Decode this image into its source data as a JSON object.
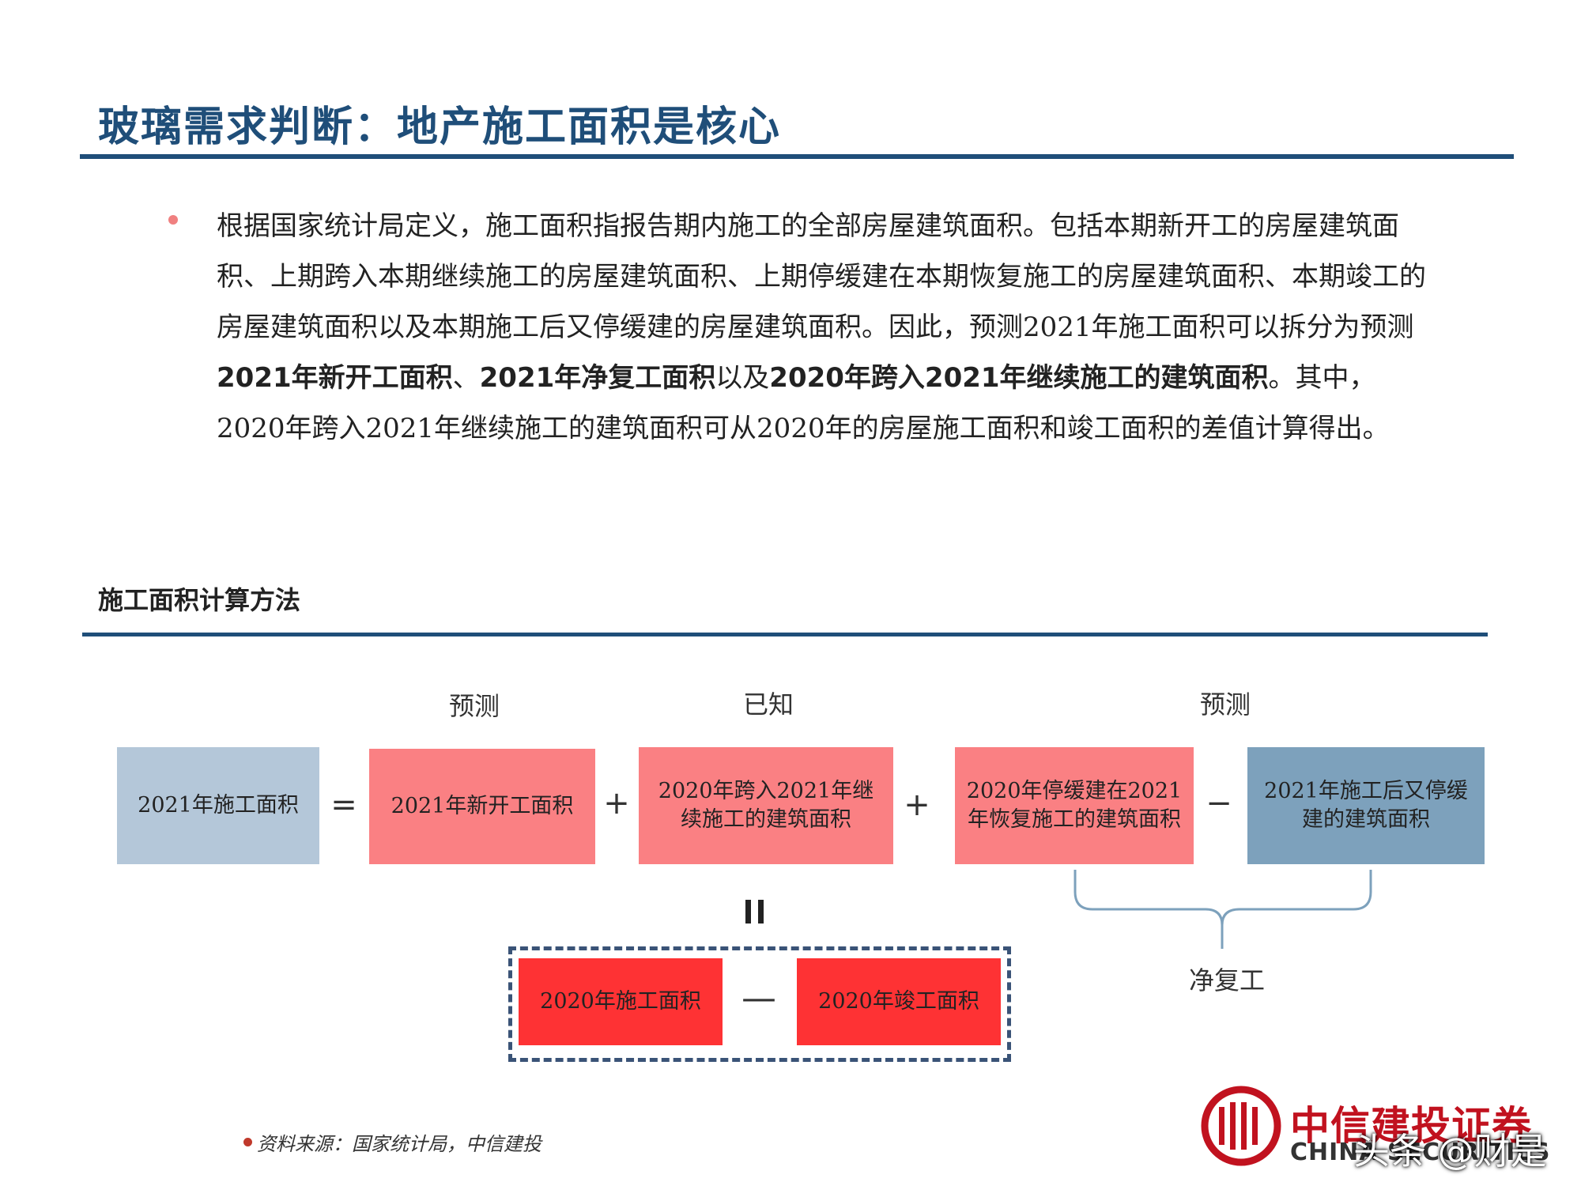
{
  "header": {
    "title": "玻璃需求判断：地产施工面积是核心",
    "accent_color": "#1f4e79"
  },
  "paragraph": {
    "part1": "根据国家统计局定义，施工面积指报告期内施工的全部房屋建筑面积。包括本期新开工的房屋建筑面积、上期跨入本期继续施工的房屋建筑面积、上期停缓建在本期恢复施工的房屋建筑面积、本期竣工的房屋建筑面积以及本期施工后又停缓建的房屋建筑面积。因此，预测2021年施工面积可以拆分为预测",
    "bold1": "2021年新开工面积",
    "sep1": "、",
    "bold2": "2021年净复工面积",
    "sep2": "以及",
    "bold3": "2020年跨入2021年继续施工的建筑面积",
    "part2": "。其中，2020年跨入2021年继续施工的建筑面积可从2020年的房屋施工面积和竣工面积的差值计算得出。"
  },
  "section": {
    "title": "施工面积计算方法"
  },
  "diagram": {
    "labels": {
      "forecast_left": "预测",
      "known": "已知",
      "forecast_right": "预测",
      "net_resumption": "净复工"
    },
    "boxes": {
      "total": "2021年施工面积",
      "new_starts": "2021年新开工面积",
      "carry_over": "2020年跨入2021年继续施工的建筑面积",
      "resumed": "2020年停缓建在2021年恢复施工的建筑面积",
      "stopped": "2021年施工后又停缓建的建筑面积",
      "construction_2020": "2020年施工面积",
      "completion_2020": "2020年竣工面积"
    },
    "operators": {
      "equals": "=",
      "plus1": "+",
      "plus2": "+",
      "minus1": "−",
      "equals_vertical": "=",
      "minus2": "—"
    },
    "colors": {
      "gray_blue": "#b4c7d9",
      "pink": "#fa8083",
      "steel_blue": "#7da1bc",
      "red": "#fe3234",
      "dashed": "#3a5377"
    }
  },
  "footer": {
    "source": "资料来源：国家统计局，中信建投"
  },
  "logo": {
    "name_cn": "中信建投证券",
    "name_en": "CHINA SECURITIES",
    "watermark": "头条 @财是"
  }
}
